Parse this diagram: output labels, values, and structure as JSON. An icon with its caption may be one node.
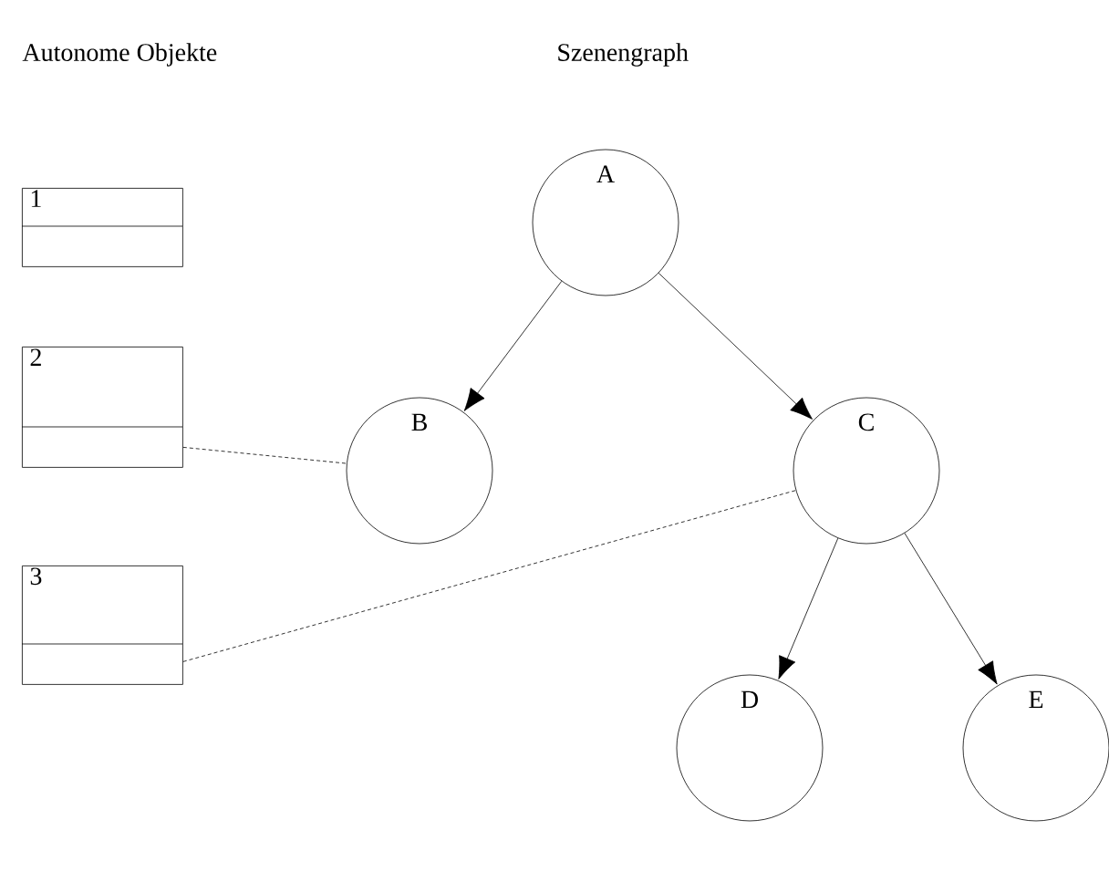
{
  "diagram": {
    "nodes": [
      {
        "text": [
          "1"
        ]
      },
      {
        "text": [
          "2"
        ]
      },
      {
        "text": [
          "3"
        ]
      },
      {
        "text": [
          "A"
        ]
      },
      {
        "text": [
          "B"
        ]
      },
      {
        "text": [
          "C"
        ]
      },
      {
        "text": [
          "D"
        ]
      },
      {
        "text": [
          "E"
        ]
      }
    ],
    "edges": [
      {
        "from": 3,
        "to": 4,
        "arrow": "to"
      },
      {
        "from": 3,
        "to": 5,
        "arrow": "to"
      },
      {
        "from": 5,
        "to": 6,
        "arrow": "to"
      },
      {
        "from": 5,
        "to": 7,
        "arrow": "to"
      },
      {
        "from": 1,
        "to": 4,
        "arrow": "none",
        "style": "dashed"
      },
      {
        "from": 2,
        "to": 5,
        "arrow": "none",
        "style": "dashed"
      }
    ],
    "labels": [
      "Autonome Objekte",
      "Szenengraph"
    ]
  }
}
